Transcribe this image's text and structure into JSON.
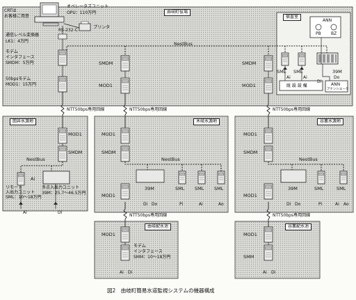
{
  "sites": {
    "main": "由岐町役場",
    "tai": "田井水源地",
    "kiki": "木岐水源地",
    "taniura": "谷裏水源地",
    "kiki_pool": "由岐配水池",
    "taniura_pool": "谷裏配水池",
    "duty_room": "宿直室"
  },
  "equipment": {
    "crt_note_1": "CRTは",
    "crt_note_2": "お客様ご用意",
    "opu_1": "オペレータズユニット",
    "opu_2": "OPU：110万円",
    "rs232c": "RS-232-C",
    "printer": "プリンタ",
    "lk1_1": "通信レベル変換器",
    "lk1_2": "LK1：4万円",
    "smdm_1": "モデム",
    "smdm_2": "インタフェース",
    "smdm_3": "SMDM：5万円",
    "mod1_1": "50bpsモデム",
    "mod1_2": "MOD1：15万円",
    "rio_1": "リモート",
    "rio_2": "入出力ユニット",
    "rio_3": "SML：10〜18万円",
    "mio_1": "多点入出力ユニット",
    "mio_2": "39M：25.7〜46.5万円",
    "smm_1": "モデム",
    "smm_2": "インタフェース",
    "smm_3": "SMM：10〜18万円",
    "existing": "既 設 設 備",
    "ann": "ANN",
    "ann_sub": "アナンシエータ",
    "pb": "PB",
    "bz": "BZ"
  },
  "labels": {
    "nestbus": "NestBus",
    "ntt": "NTT50bps専用回線",
    "smdm": "SMDM",
    "mod1": "MOD1",
    "sml": "SML",
    "smm": "SMM",
    "m39": "39M",
    "do": "Do",
    "di": "Di",
    "ai": "Ai",
    "ao": "Ao",
    "pi": "Pi"
  },
  "caption": "図2　由岐町簡易水道監視システムの機器構成"
}
